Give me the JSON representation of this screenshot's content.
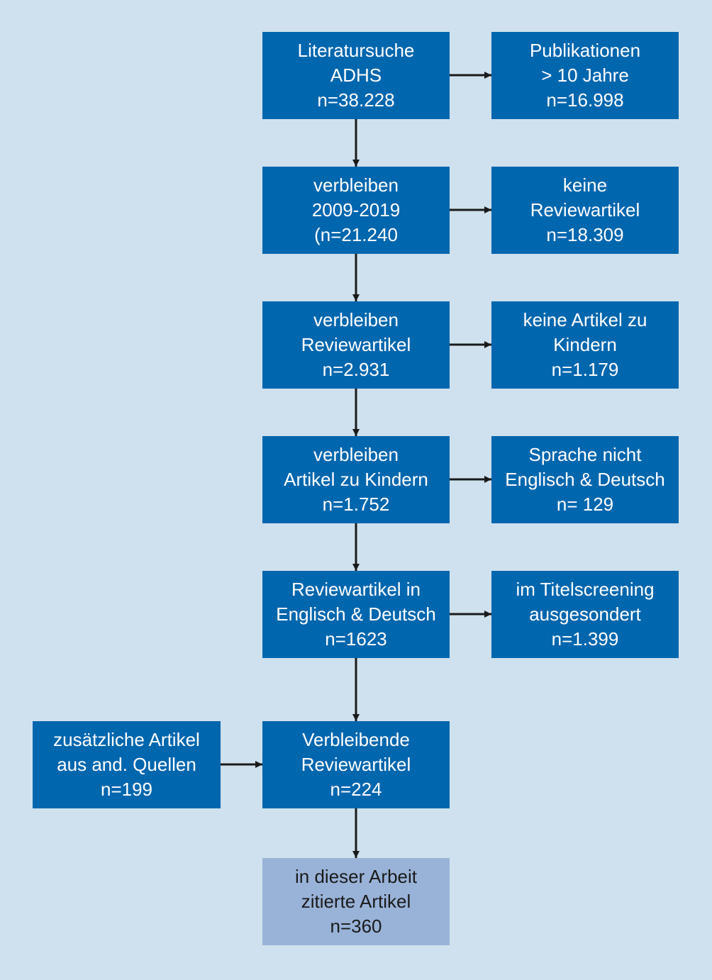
{
  "colors": {
    "background": "#cfe1ee",
    "box_fill": "#0066ae",
    "box_text": "#ffffff",
    "final_fill": "#99b3d8",
    "final_text": "#1a1a1a",
    "arrow": "#1a1a1a"
  },
  "nodes": {
    "search": {
      "lines": [
        "Literatursuche",
        "ADHS",
        "n=38.228"
      ]
    },
    "excl_older": {
      "lines": [
        "Publikationen",
        "> 10 Jahre",
        "n=16.998"
      ]
    },
    "remain_period": {
      "lines": [
        "verbleiben",
        "2009-2019",
        "(n=21.240"
      ]
    },
    "excl_no_review": {
      "lines": [
        "keine",
        "Reviewartikel",
        "n=18.309"
      ]
    },
    "remain_review": {
      "lines": [
        "verbleiben",
        "Reviewartikel",
        "n=2.931"
      ]
    },
    "excl_no_children": {
      "lines": [
        "keine Artikel zu",
        "Kindern",
        "n=1.179"
      ]
    },
    "remain_children": {
      "lines": [
        "verbleiben",
        "Artikel zu Kindern",
        "n=1.752"
      ]
    },
    "excl_language": {
      "lines": [
        "Sprache nicht",
        "Englisch & Deutsch",
        "n= 129"
      ]
    },
    "remain_language": {
      "lines": [
        "Reviewartikel in",
        "Englisch & Deutsch",
        "n=1623"
      ]
    },
    "excl_title_screening": {
      "lines": [
        "im Titelscreening",
        "ausgesondert",
        "n=1.399"
      ]
    },
    "additional": {
      "lines": [
        "zusätzliche Artikel",
        "aus and. Quellen",
        "n=199"
      ]
    },
    "remaining": {
      "lines": [
        "Verbleibende",
        "Reviewartikel",
        "n=224"
      ]
    },
    "cited": {
      "lines": [
        "in dieser Arbeit",
        "zitierte Artikel",
        "n=360"
      ]
    }
  }
}
